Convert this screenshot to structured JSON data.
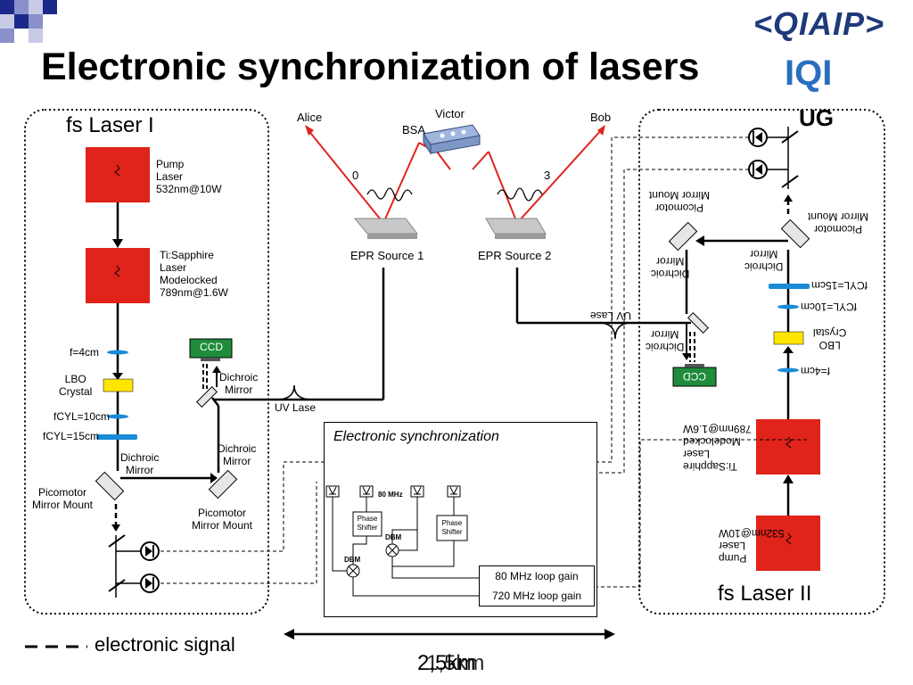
{
  "slide": {
    "title": "Electronic synchronization of lasers",
    "logos": {
      "qiap": "<QIAIP>",
      "iqi": "IQI",
      "ug": "UG"
    }
  },
  "left_setup": {
    "label": "fs Laser I",
    "pump_laser": [
      "Pump",
      "Laser",
      "532nm@10W"
    ],
    "ti_sapphire": [
      "Ti:Sapphire",
      "Laser",
      "Modelocked",
      "789nm@1.6W"
    ],
    "f4": "f=4cm",
    "lbo": [
      "LBO",
      "Crystal"
    ],
    "fcyl10": "fCYL=10cm",
    "fcyl15": "fCYL=15cm",
    "ccd": "CCD",
    "dichroic_upper": [
      "Dichroic",
      "Mirror"
    ],
    "dichroic_right": [
      "Dichroic",
      "Mirror"
    ],
    "dichroic_lower": [
      "Dichroic",
      "Mirror"
    ],
    "picomotor_left": [
      "Picomotor",
      "Mirror Mount"
    ],
    "picomotor_right": [
      "Picomotor",
      "Mirror Mount"
    ],
    "uv_laser": "UV Lase"
  },
  "right_setup": {
    "label": "fs Laser II",
    "pump_laser": [
      "Pump",
      "Laser",
      "532nm@10W"
    ],
    "ti_sapphire": [
      "Ti:Sapphire",
      "Laser",
      "Modelocked",
      "789nm@1.6W"
    ],
    "f4": "f=4cm",
    "lbo": [
      "LBO",
      "Crystal"
    ],
    "fcyl10": "fCYL=10cm",
    "fcyl15": "fCYL=15cm",
    "ccd": "CCD",
    "dichroic_a": [
      "Dichroic",
      "Mirror"
    ],
    "dichroic_b": [
      "Dichroic",
      "Mirror"
    ],
    "dichroic_c": [
      "Dichroic",
      "Mirror"
    ],
    "picomotor_a": [
      "Picomotor",
      "Mirror Mount"
    ],
    "picomotor_b": [
      "Picomotor",
      "Mirror Mount"
    ],
    "uv_laser": "UV Lase"
  },
  "center": {
    "alice": "Alice",
    "bob": "Bob",
    "victor": "Victor",
    "bsa": "BSA",
    "path0": "0",
    "path3": "3",
    "epr1": "EPR Source 1",
    "epr2": "EPR Source 2"
  },
  "sync": {
    "title": "Electronic synchronization",
    "mhz80": "80 MHz",
    "phase_shifter": [
      "Phase",
      "Shifter"
    ],
    "dbm": "DBM",
    "gain_80": "80 MHz loop gain",
    "gain_720": "720 MHz loop gain"
  },
  "legend": {
    "electronic_signal": "electronic signal",
    "distance_a": "2,5km",
    "distance_b": "1,5km"
  },
  "colors": {
    "laser_red": "#e0231b",
    "lbo_yellow": "#ffe600",
    "lens_blue": "#1a8bd6",
    "ccd_green": "#1e8c3a",
    "beam_red": "#e0231b"
  }
}
